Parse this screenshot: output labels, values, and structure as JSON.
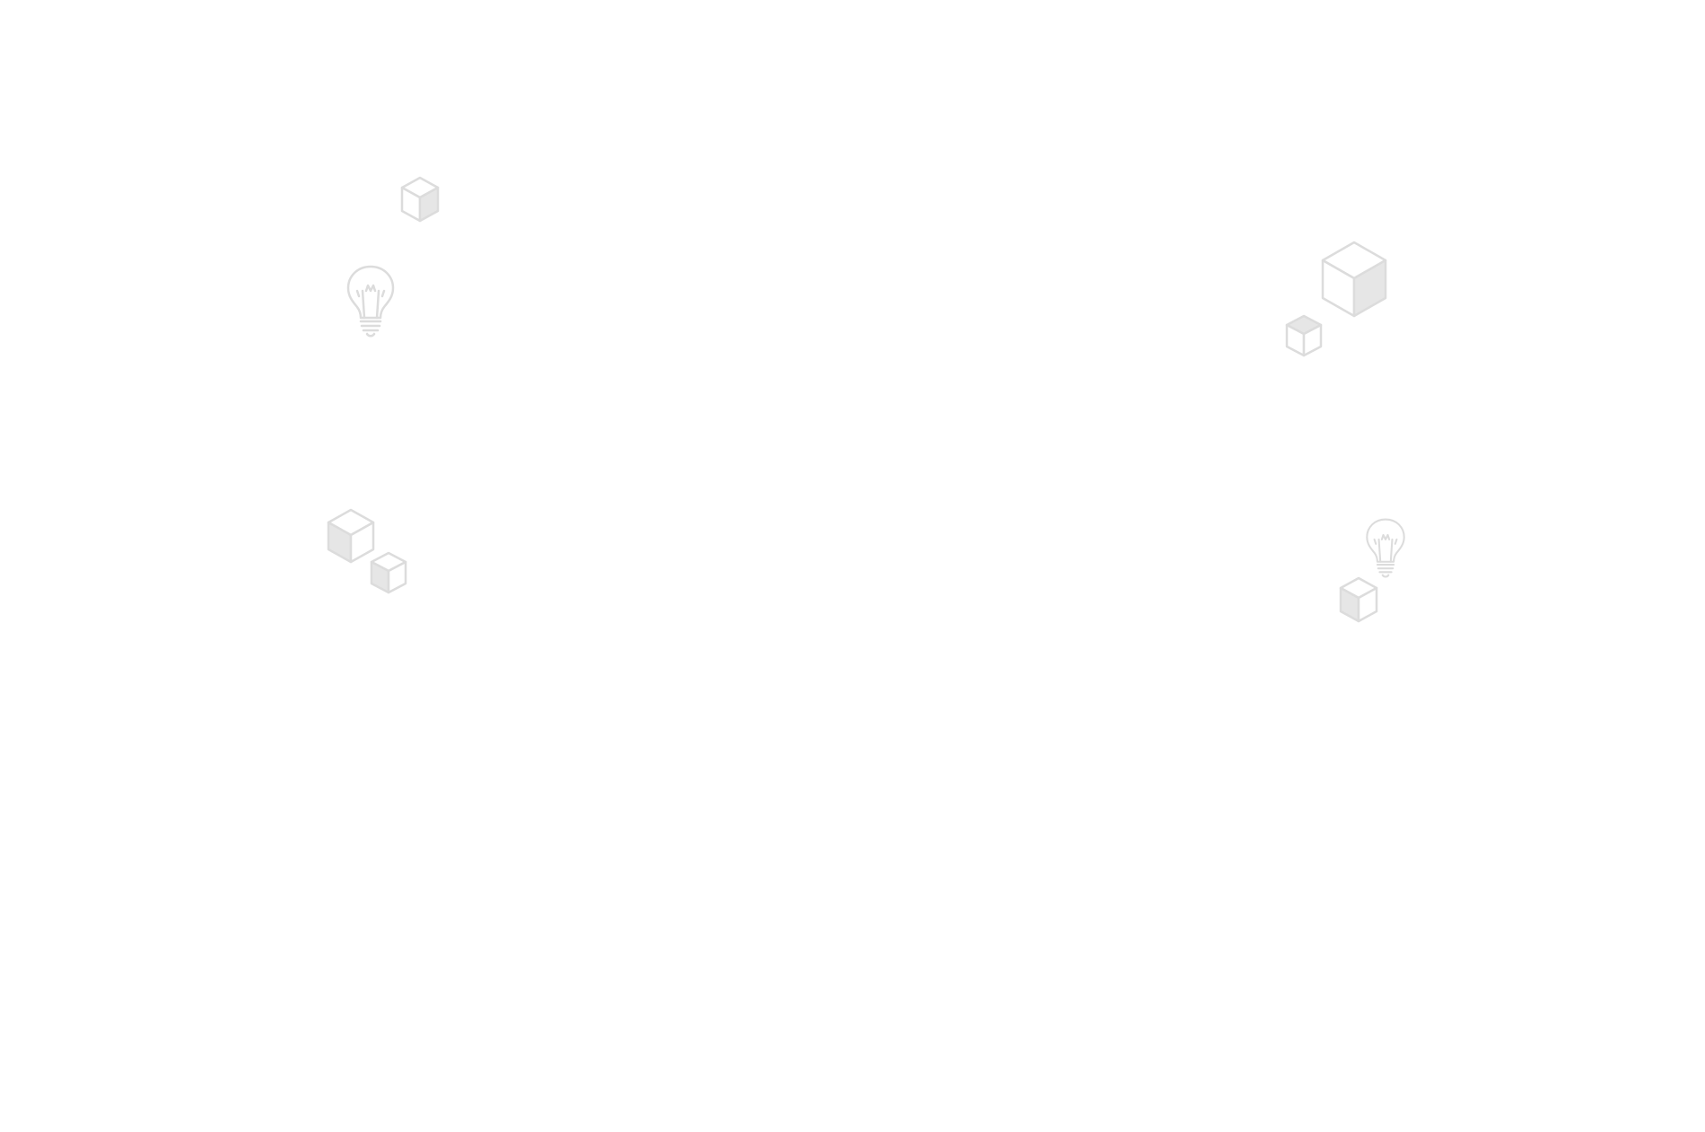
{
  "page": {
    "background": "#ffffff"
  },
  "decorations": [
    {
      "id": "cube-a",
      "icon": "cube-icon",
      "shade": "right"
    },
    {
      "id": "bulb-a",
      "icon": "lightbulb-icon"
    },
    {
      "id": "cube-b",
      "icon": "cube-icon",
      "shade": "right"
    },
    {
      "id": "cube-c",
      "icon": "cube-icon",
      "shade": "top"
    },
    {
      "id": "cube-d",
      "icon": "cube-icon",
      "shade": "left"
    },
    {
      "id": "cube-e",
      "icon": "cube-icon",
      "shade": "left"
    },
    {
      "id": "bulb-b",
      "icon": "lightbulb-icon"
    },
    {
      "id": "cube-f",
      "icon": "cube-icon",
      "shade": "left"
    }
  ],
  "colors": {
    "line": "#dcdcdc",
    "shade": "#e6e6e6"
  }
}
